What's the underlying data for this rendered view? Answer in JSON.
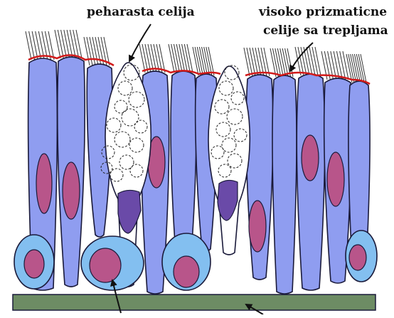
{
  "labels": {
    "goblet_cell": "peharasta celija",
    "ciliated_cells_line1": "visoko prizmaticne",
    "ciliated_cells_line2": "celije sa trepljama"
  },
  "colors": {
    "cell_fill": "#8f9df0",
    "cell_outline": "#1a1a3a",
    "nucleus_fill": "#b8558a",
    "goblet_nucleus_fill": "#6a4aa8",
    "basal_cell_fill": "#83bff0",
    "basement_membrane": "#6d8c64",
    "apical_border": "#d11a1a",
    "cilia": "#333333",
    "background": "#ffffff"
  }
}
